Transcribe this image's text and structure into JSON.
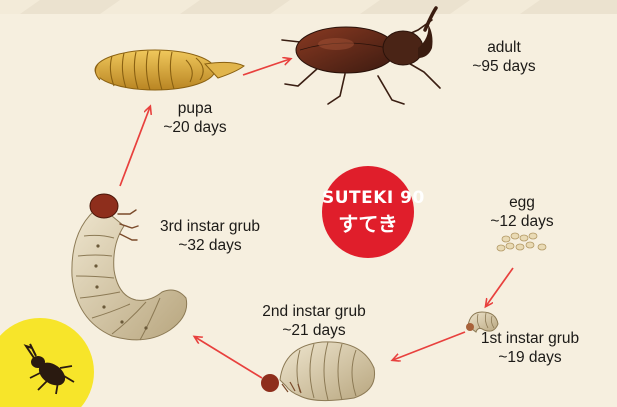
{
  "stages": {
    "adult": {
      "name": "adult",
      "duration": "~95 days"
    },
    "pupa": {
      "name": "pupa",
      "duration": "~20 days"
    },
    "egg": {
      "name": "egg",
      "duration": "~12 days"
    },
    "instar1": {
      "name": "1st instar grub",
      "duration": "~19 days"
    },
    "instar2": {
      "name": "2nd instar grub",
      "duration": "~21 days"
    },
    "instar3": {
      "name": "3rd instar grub",
      "duration": "~32 days"
    }
  },
  "watermark": {
    "line1": "SUTEKI 90",
    "line2": "すてき"
  },
  "colors": {
    "background": "#f6efdf",
    "arrow": "#e8403d",
    "watermark_circle": "#e01e2b",
    "corner_badge": "#f7e52a"
  },
  "icons": {
    "corner_badge": "beetle-icon"
  }
}
